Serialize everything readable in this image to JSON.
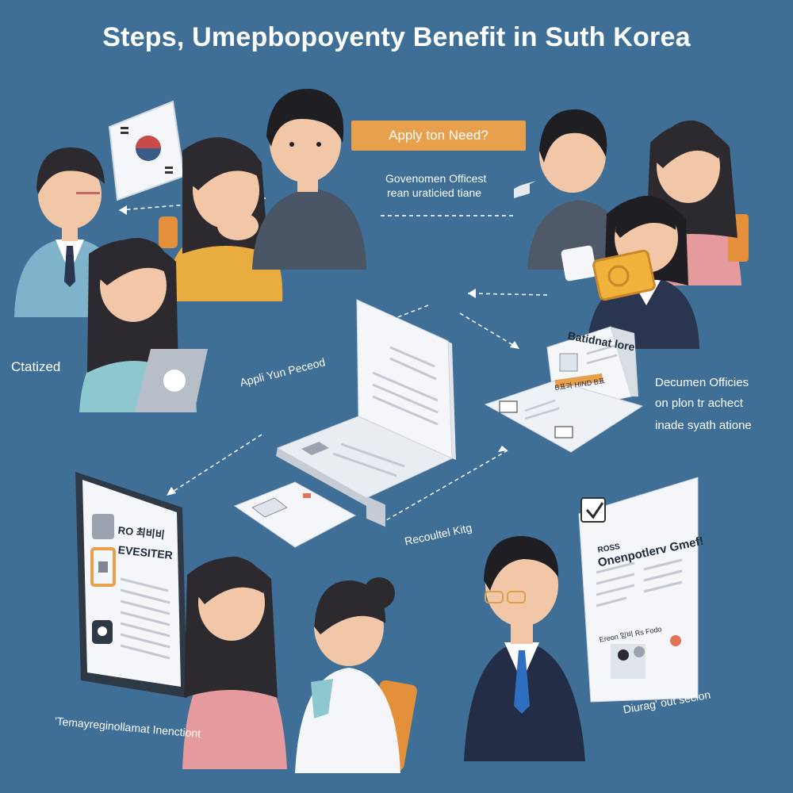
{
  "title": "Steps, Umepbopoyenty Benefit in Suth Korea",
  "apply_button": "Apply ton Need?",
  "labels": {
    "gov_office_1": "Govenomen Officest",
    "gov_office_2": "rean uraticied tiane",
    "ctatized": "Ctatized",
    "appli": "Appli Yun Peceod",
    "batidinat": "Batidnat lore",
    "documen_1": "Decumen Officies",
    "documen_2": "on plon tr achect",
    "documen_3": "inade syath atione",
    "recoultel": "Recoultel Kitg",
    "remayreg": "'Temayreginollamat Inenctiont",
    "diurag": "Diurag' out secion"
  },
  "tablet_text": {
    "line1": "RO 최비비",
    "line2": "EVESITER"
  },
  "poster_text": {
    "small": "ROSS",
    "main": "Onenpotlerv Gmef!",
    "caption": "Ereon 임비 Rs Fodo"
  },
  "card_text": "B표과 HIND B표",
  "colors": {
    "background": "#3f6f96",
    "accent": "#e9a04c",
    "document": "#f4f6f9"
  }
}
